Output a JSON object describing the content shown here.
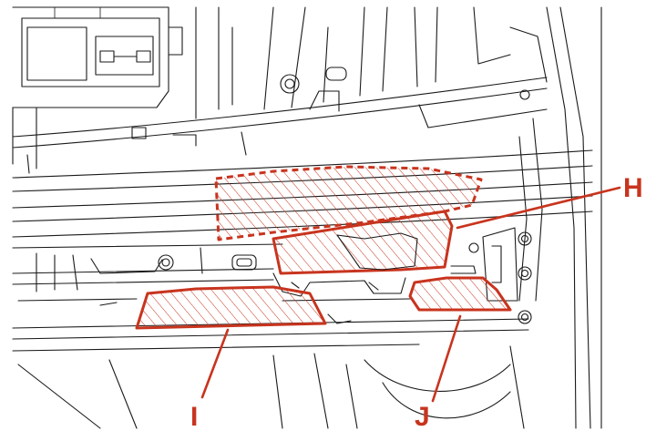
{
  "colors": {
    "highlight": "#c8341e",
    "line": "#1a1a1a",
    "background": "#ffffff"
  },
  "callouts": {
    "h": {
      "label": "H"
    },
    "i": {
      "label": "I"
    },
    "j": {
      "label": "J"
    }
  }
}
